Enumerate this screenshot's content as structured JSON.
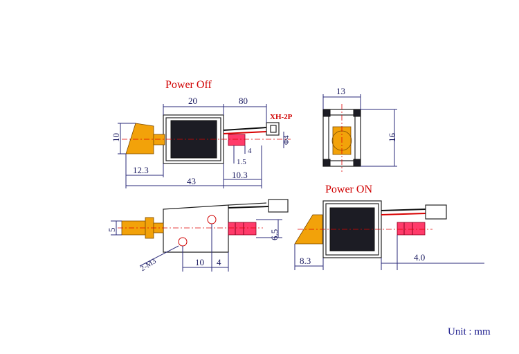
{
  "labels": {
    "power_off": "Power Off",
    "power_on": "Power ON",
    "unit": "Unit : mm"
  },
  "dims": {
    "top_20": "20",
    "top_80": "80",
    "connector": "XH-2P",
    "left_10": "10",
    "phi4": "Φ4",
    "d4": "4",
    "d1_5": "1.5",
    "d12_3": "12.3",
    "d10_3": "10.3",
    "d43": "43",
    "end_13": "13",
    "end_16": "16",
    "side_5": "5",
    "side_6_5": "6.5",
    "side_2m3": "2-M3",
    "side_10": "10",
    "side_4": "4",
    "on_8_3": "8.3",
    "on_4_0": "4.0"
  },
  "colors": {
    "plunger": "#f2a20a",
    "terminal": "#ff3b6a",
    "title_red": "#d00000",
    "unit_blue": "#1a1a8c",
    "coil": "#1c1c24"
  }
}
